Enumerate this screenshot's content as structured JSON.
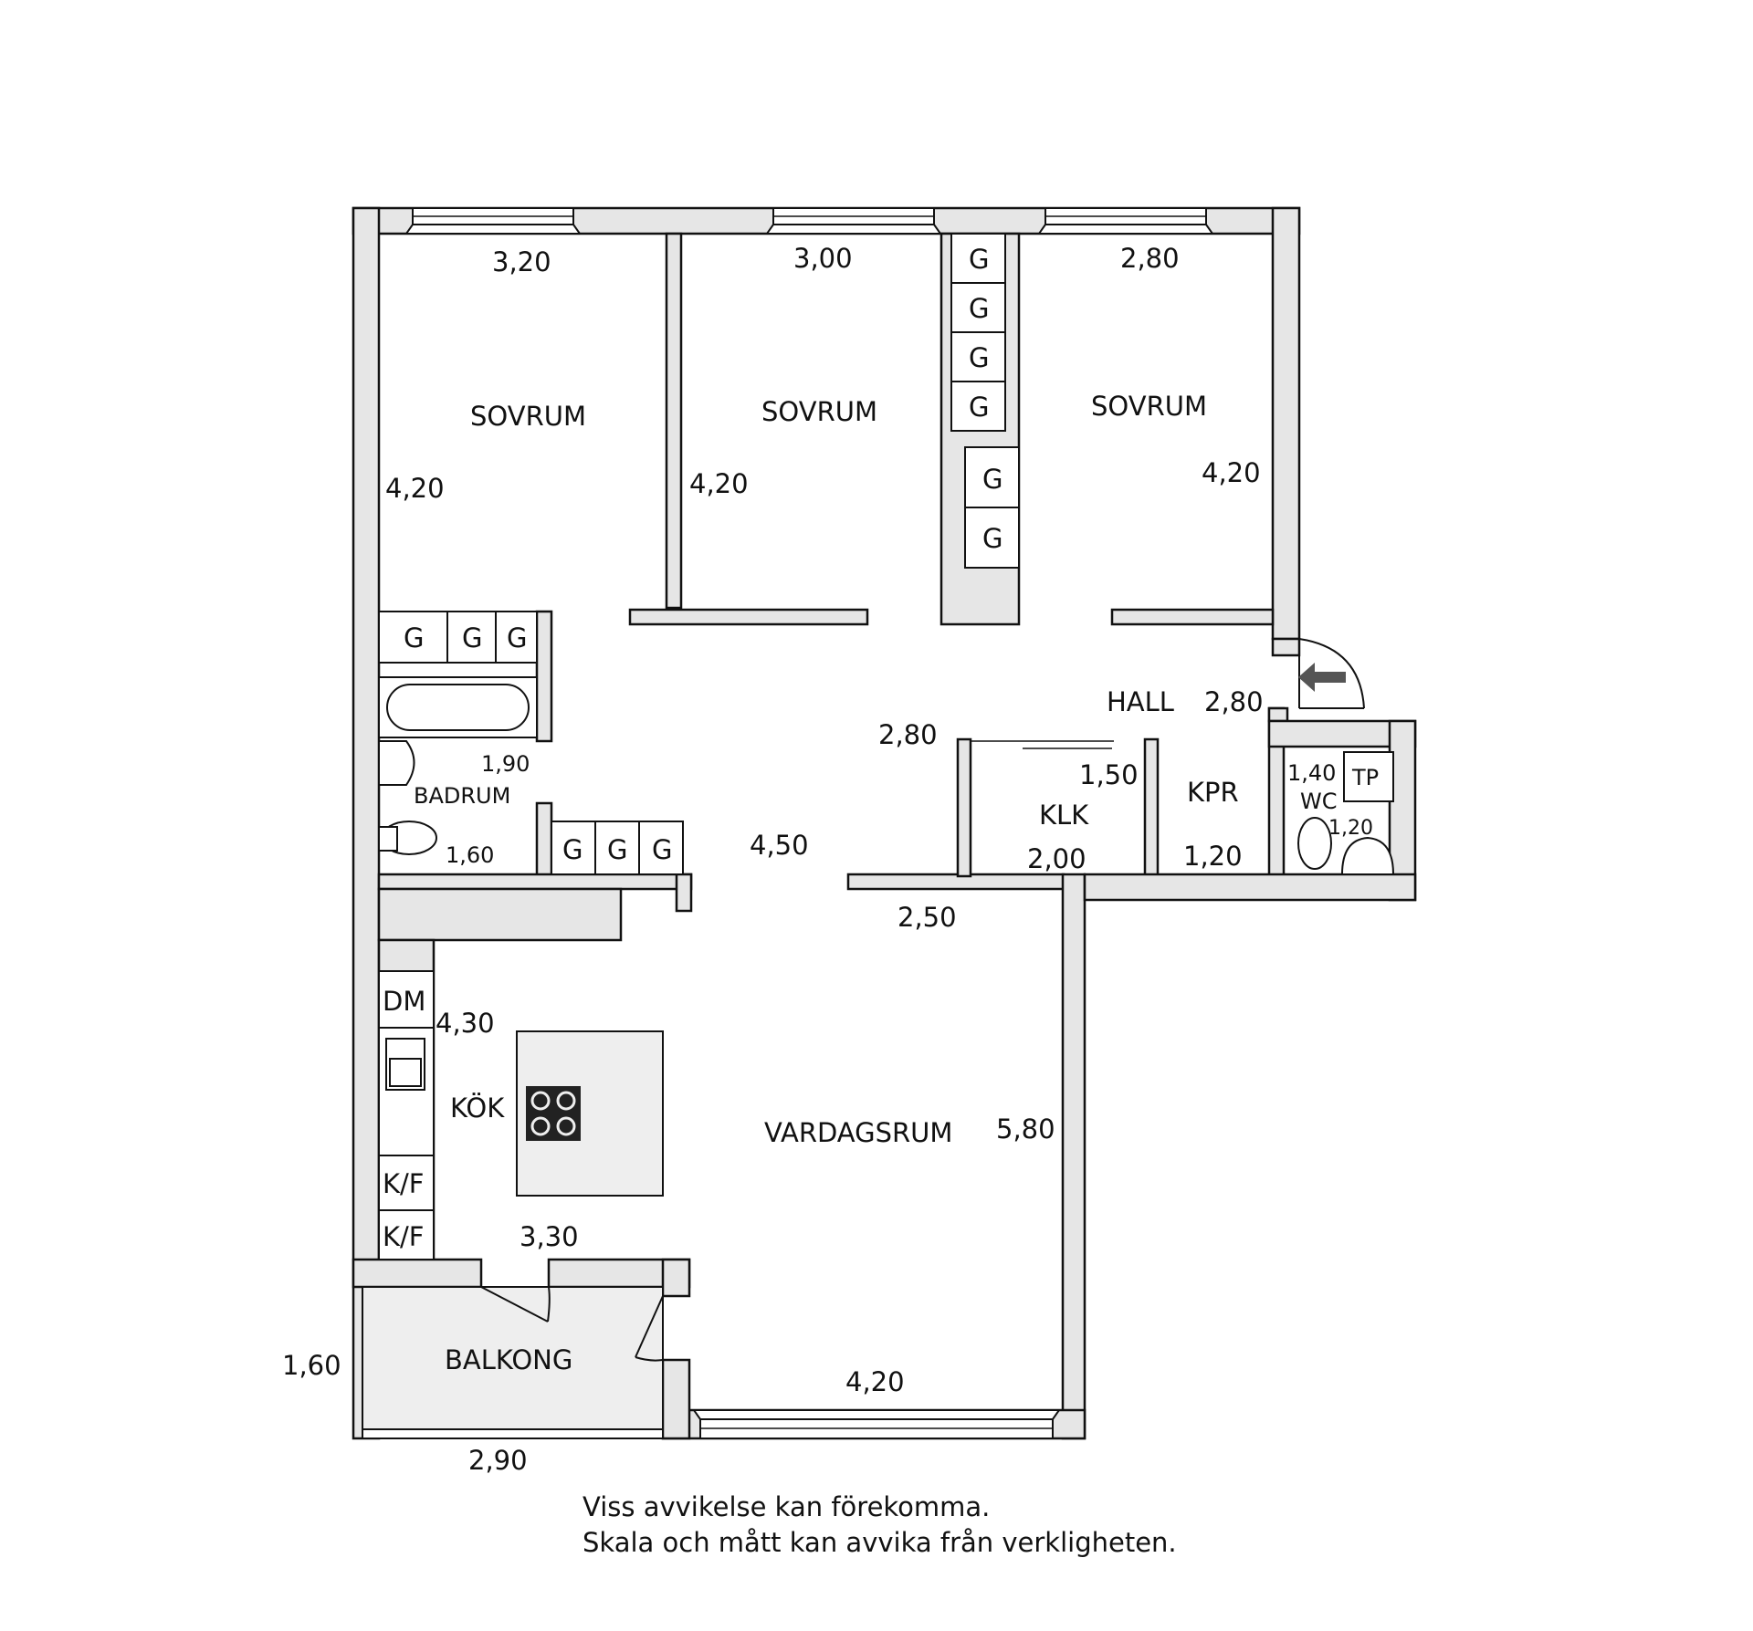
{
  "rooms": {
    "sovrum_1": "SOVRUM",
    "sovrum_2": "SOVRUM",
    "sovrum_3": "SOVRUM",
    "hall": "HALL",
    "klk": "KLK",
    "kpr": "KPR",
    "wc": "WC",
    "badrum": "BADRUM",
    "kok": "KÖK",
    "vardagsrum": "VARDAGSRUM",
    "balkong": "BALKONG"
  },
  "dimensions": {
    "sovrum1_width": "3,20",
    "sovrum1_depth": "4,20",
    "sovrum2_width": "3,00",
    "sovrum2_depth": "4,20",
    "sovrum3_width": "2,80",
    "sovrum3_depth": "4,20",
    "hall_width": "2,80",
    "hall_corridor": "2,80",
    "hall_depth": "4,50",
    "klk_width": "1,50",
    "klk_depth": "2,00",
    "kpr_depth": "1,20",
    "wc_width": "1,40",
    "wc_depth": "1,20",
    "badrum_width": "1,90",
    "badrum_depth": "1,60",
    "kok_depth": "4,30",
    "kok_width": "3,30",
    "vardagsrum_top": "2,50",
    "vardagsrum_depth": "5,80",
    "vardagsrum_width": "4,20",
    "balkong_depth": "1,60",
    "balkong_width": "2,90"
  },
  "fixtures": {
    "wardrobe": "G",
    "dishwasher": "DM",
    "fridge_freezer": "K/F",
    "towel_paper": "TP"
  },
  "notes": {
    "line1": "Viss avvikelse kan förekomma.",
    "line2": "Skala och mått kan avvika från verkligheten."
  }
}
